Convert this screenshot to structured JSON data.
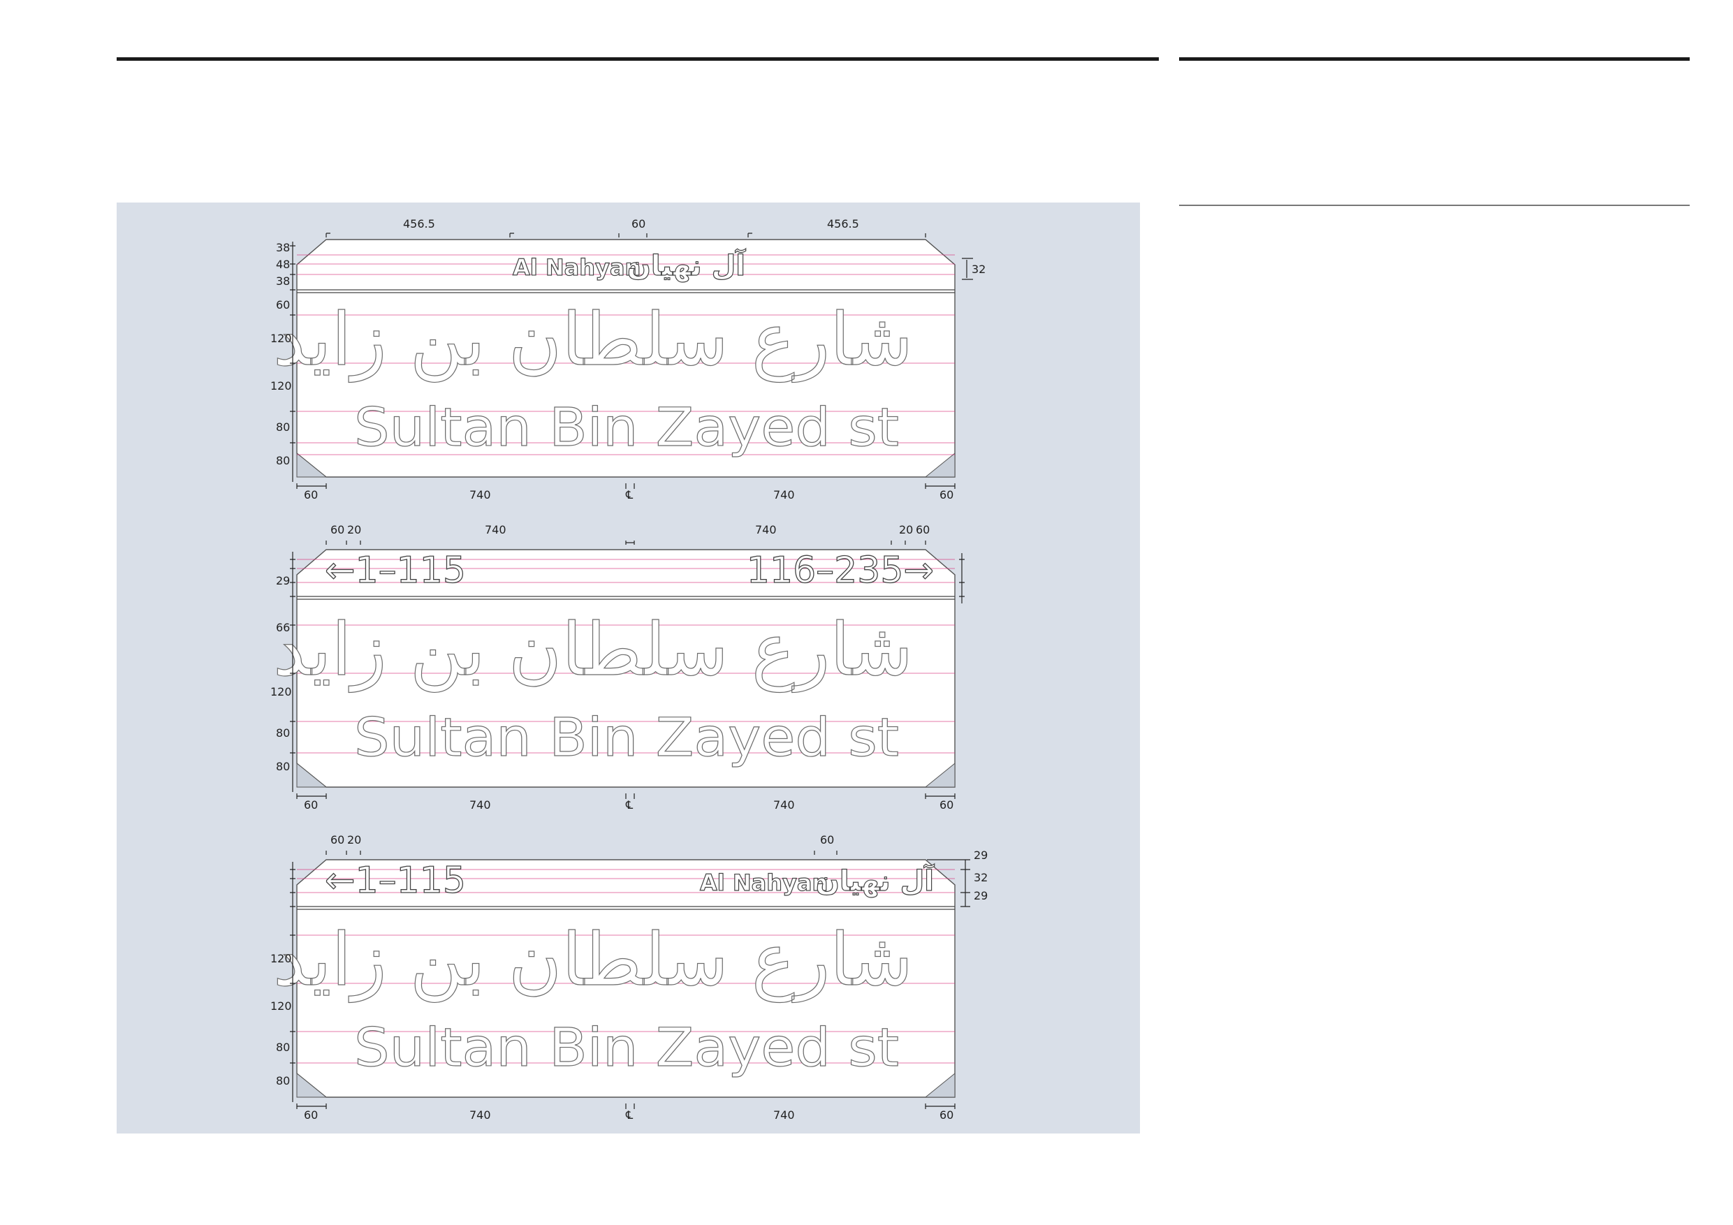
{
  "signs": [
    {
      "id": "sign-1",
      "top_dims": [
        "456.5",
        "60",
        "456.5"
      ],
      "left_dims": [
        "38",
        "48",
        "38",
        "60",
        "120",
        "120",
        "80",
        "80"
      ],
      "right_dims": [
        "32"
      ],
      "bottom_dims": [
        "60",
        "740",
        "℄",
        "740",
        "60"
      ],
      "header_en": "Al Nahyan",
      "header_ar": "آل نهيان",
      "main_ar": "شارع سلطان بن زايد",
      "main_en": "Sultan Bin Zayed st"
    },
    {
      "id": "sign-2",
      "top_dims": [
        "60",
        "20",
        "740",
        "740",
        "20",
        "60"
      ],
      "left_dims": [
        "29",
        "66",
        "120",
        "80",
        "80"
      ],
      "bottom_dims": [
        "60",
        "740",
        "℄",
        "740",
        "60"
      ],
      "left_range": "←1–115",
      "right_range": "116–235→",
      "main_ar": "شارع سلطان بن زايد",
      "main_en": "Sultan Bin Zayed st"
    },
    {
      "id": "sign-3",
      "top_dims": [
        "60",
        "20",
        "60"
      ],
      "left_dims": [
        "120",
        "120",
        "80",
        "80"
      ],
      "right_dims": [
        "29",
        "32",
        "29"
      ],
      "bottom_dims": [
        "60",
        "740",
        "℄",
        "740",
        "60"
      ],
      "left_range": "←1–115",
      "header_en": "Al Nahyan",
      "header_ar": "آل نهيان",
      "main_ar": "شارع سلطان بن زايد",
      "main_en": "Sultan Bin Zayed st"
    }
  ],
  "colors": {
    "panel": "#d9dfe8",
    "guide": "#d9317a",
    "outline": "#6d6d6d"
  }
}
